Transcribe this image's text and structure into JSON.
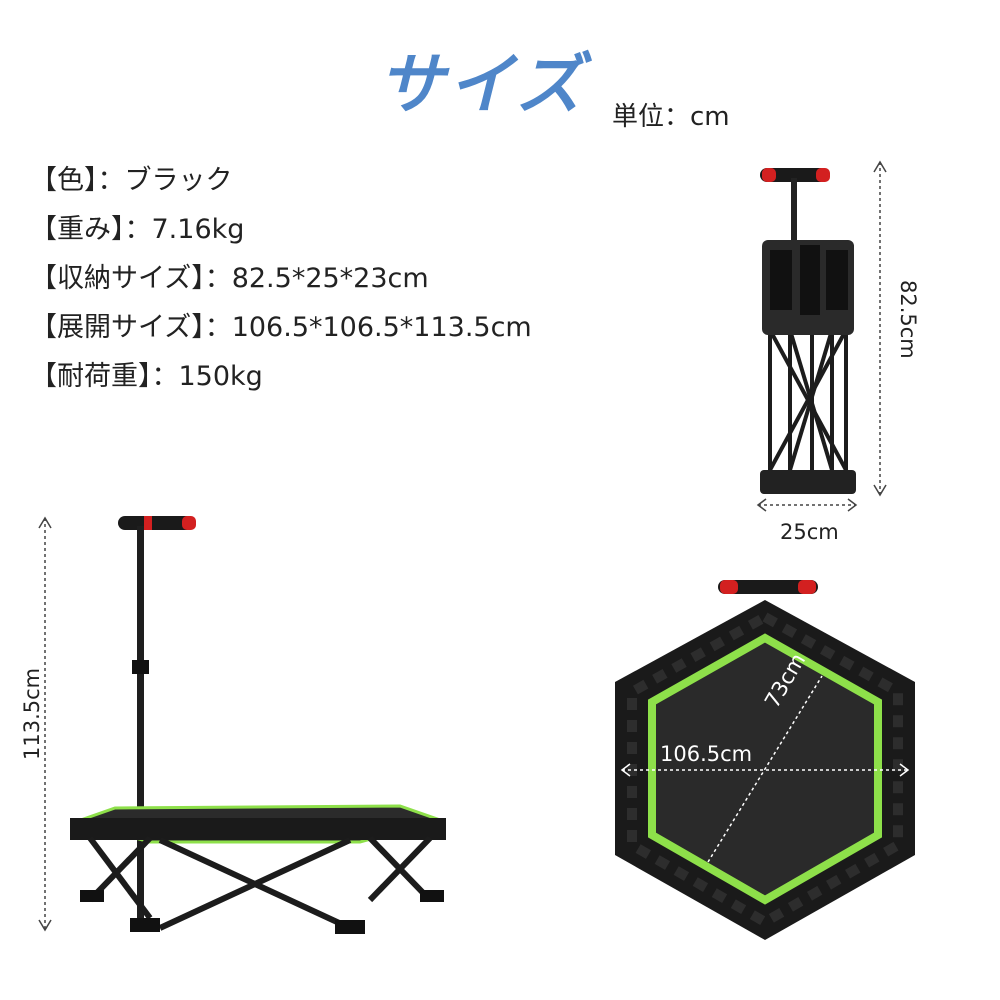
{
  "header": {
    "title": "サイズ",
    "unit": "単位：cm"
  },
  "specs": [
    {
      "label": "【色】",
      "value": "：ブラック"
    },
    {
      "label": "【重み】",
      "value": "：7.16kg"
    },
    {
      "label": "【収納サイズ】",
      "value": "：82.5*25*23cm"
    },
    {
      "label": "【展開サイズ】",
      "value": "：106.5*106.5*113.5cm"
    },
    {
      "label": "【耐荷重】",
      "value": "：150kg"
    }
  ],
  "dimensions": {
    "folded_height": "82.5cm",
    "folded_width": "25cm",
    "total_height": "113.5cm",
    "diameter": "106.5cm",
    "mat": "73cm"
  },
  "colors": {
    "accent": "#4f86c9",
    "frame": "#1a1a1a",
    "mat_rim": "#8ee04a",
    "grip": "#d32020"
  }
}
